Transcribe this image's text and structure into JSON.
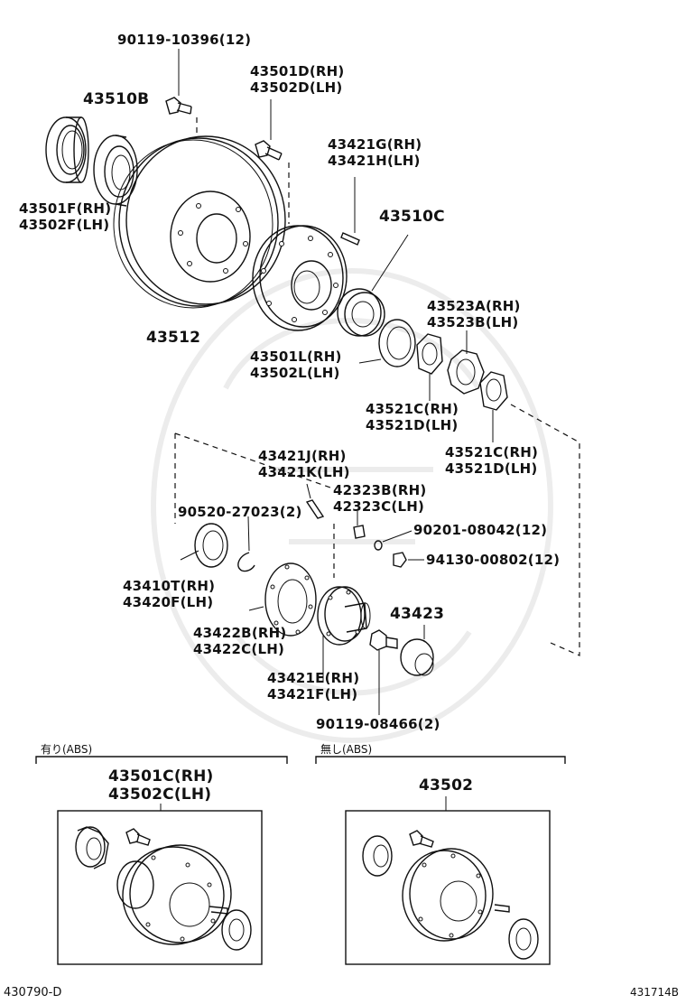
{
  "labels": {
    "p_90119_10396": "90119-10396(12)",
    "p_43501D": [
      "43501D(RH)",
      "43502D(LH)"
    ],
    "p_43510B": "43510B",
    "p_43421G": [
      "43421G(RH)",
      "43421H(LH)"
    ],
    "p_43501F": [
      "43501F(RH)",
      "43502F(LH)"
    ],
    "p_43510C": "43510C",
    "p_43512": "43512",
    "p_43523A": [
      "43523A(RH)",
      "43523B(LH)"
    ],
    "p_43501L": [
      "43501L(RH)",
      "43502L(LH)"
    ],
    "p_43521C_a": [
      "43521C(RH)",
      "43521D(LH)"
    ],
    "p_43521C_b": [
      "43521C(RH)",
      "43521D(LH)"
    ],
    "p_43421J": [
      "43421J(RH)",
      "43421K(LH)"
    ],
    "p_42323B": [
      "42323B(RH)",
      "42323C(LH)"
    ],
    "p_90520": "90520-27023(2)",
    "p_90201": "90201-08042(12)",
    "p_94130": "94130-00802(12)",
    "p_43410T": [
      "43410T(RH)",
      "43420F(LH)"
    ],
    "p_43423": "43423",
    "p_43422B": [
      "43422B(RH)",
      "43422C(LH)"
    ],
    "p_43421E": [
      "43421E(RH)",
      "43421F(LH)"
    ],
    "p_90119_08466": "90119-08466(2)"
  },
  "sections": {
    "with_abs": "有り(ABS)",
    "without_abs": "無し(ABS)"
  },
  "inset_labels": {
    "with_abs": [
      "43501C(RH)",
      "43502C(LH)"
    ],
    "without_abs": "43502"
  },
  "codes": {
    "bottom_left": "430790-D",
    "bottom_right": "431714B"
  }
}
